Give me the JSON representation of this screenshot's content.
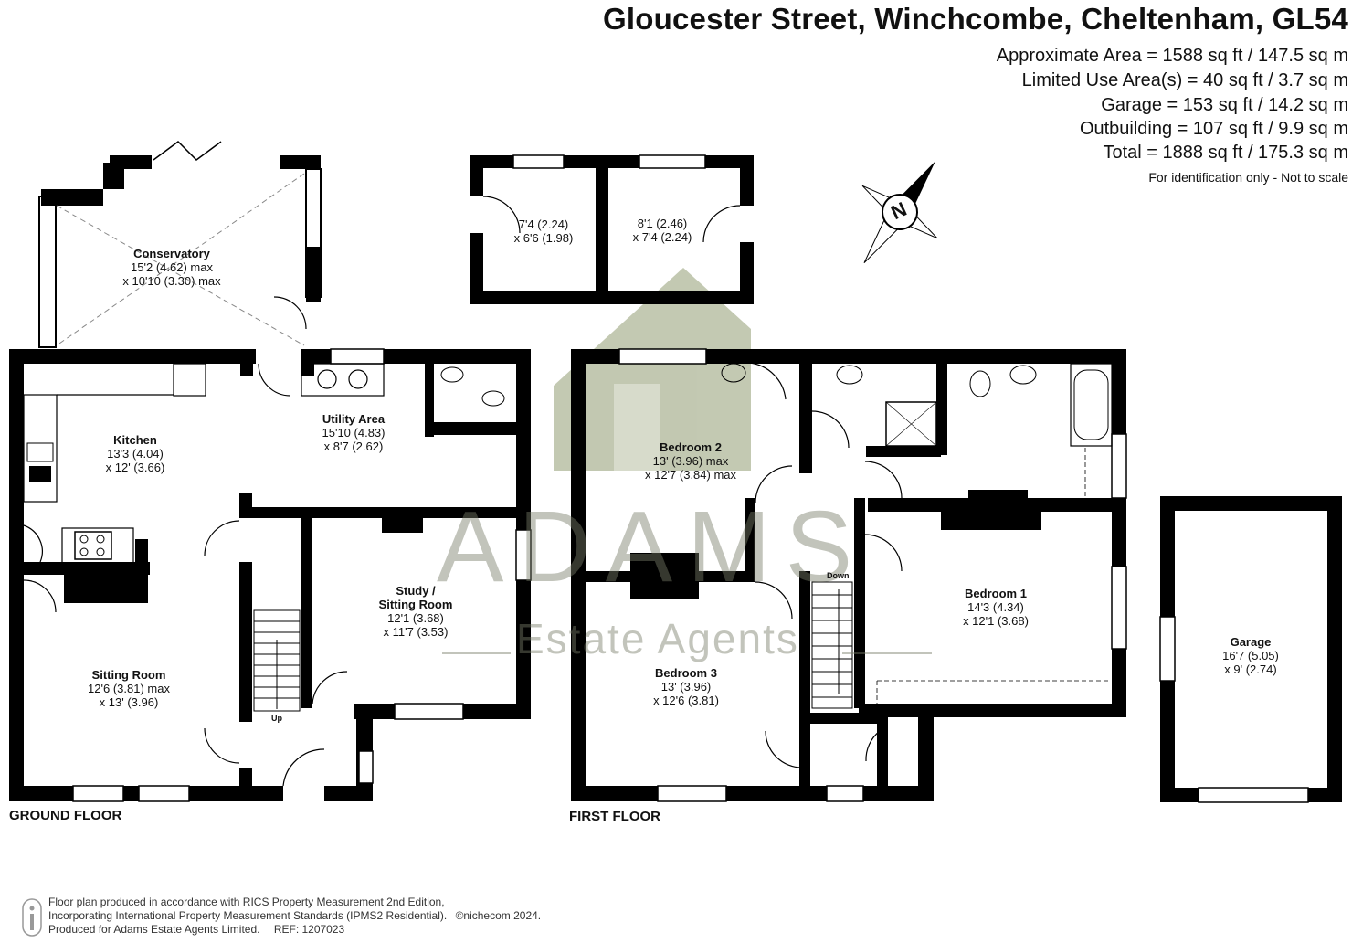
{
  "header": {
    "title": "Gloucester Street, Winchcombe, Cheltenham, GL54",
    "areas": [
      "Approximate Area = 1588 sq ft / 147.5 sq m",
      "Limited Use Area(s) = 40 sq ft / 3.7 sq m",
      "Garage = 153 sq ft / 14.2 sq m",
      "Outbuilding = 107 sq ft / 9.9 sq m",
      "Total = 1888 sq ft / 175.3 sq m"
    ],
    "note": "For identification only - Not to scale"
  },
  "compass": {
    "letter": "N"
  },
  "rooms": {
    "conservatory": {
      "name": "Conservatory",
      "dim1": "15'2 (4.62) max",
      "dim2": "x 10'10 (3.30) max"
    },
    "kitchen": {
      "name": "Kitchen",
      "dim1": "13'3 (4.04)",
      "dim2": "x 12' (3.66)"
    },
    "utility": {
      "name": "Utility Area",
      "dim1": "15'10 (4.83)",
      "dim2": "x 8'7 (2.62)"
    },
    "study": {
      "name": "Study /",
      "name2": "Sitting Room",
      "dim1": "12'1 (3.68)",
      "dim2": "x 11'7 (3.53)"
    },
    "sitting": {
      "name": "Sitting Room",
      "dim1": "12'6 (3.81) max",
      "dim2": "x 13' (3.96)"
    },
    "out1": {
      "dim1": "7'4 (2.24)",
      "dim2": "x 6'6 (1.98)"
    },
    "out2": {
      "dim1": "8'1 (2.46)",
      "dim2": "x 7'4 (2.24)"
    },
    "bed2": {
      "name": "Bedroom 2",
      "dim1": "13' (3.96) max",
      "dim2": "x 12'7 (3.84) max"
    },
    "bed3": {
      "name": "Bedroom 3",
      "dim1": "13' (3.96)",
      "dim2": "x 12'6 (3.81)"
    },
    "bed1": {
      "name": "Bedroom 1",
      "dim1": "14'3 (4.34)",
      "dim2": "x 12'1 (3.68)"
    },
    "garage": {
      "name": "Garage",
      "dim1": "16'7 (5.05)",
      "dim2": "x 9' (2.74)"
    }
  },
  "stairs": {
    "up": "Up",
    "down": "Down"
  },
  "floors": {
    "ground": "GROUND FLOOR",
    "first": "FIRST FLOOR"
  },
  "watermark": {
    "brand": "ADAMS",
    "sub": "Estate Agents"
  },
  "footer": {
    "line1": "Floor plan produced in accordance with RICS Property Measurement 2nd Edition,",
    "line2": "Incorporating International Property Measurement Standards (IPMS2 Residential).",
    "copyright": "©nichecom 2024.",
    "line3": "Produced for Adams Estate Agents Limited.",
    "ref": "REF:  1207023"
  },
  "colors": {
    "wall": "#000000",
    "watermark": "#7d826a"
  }
}
